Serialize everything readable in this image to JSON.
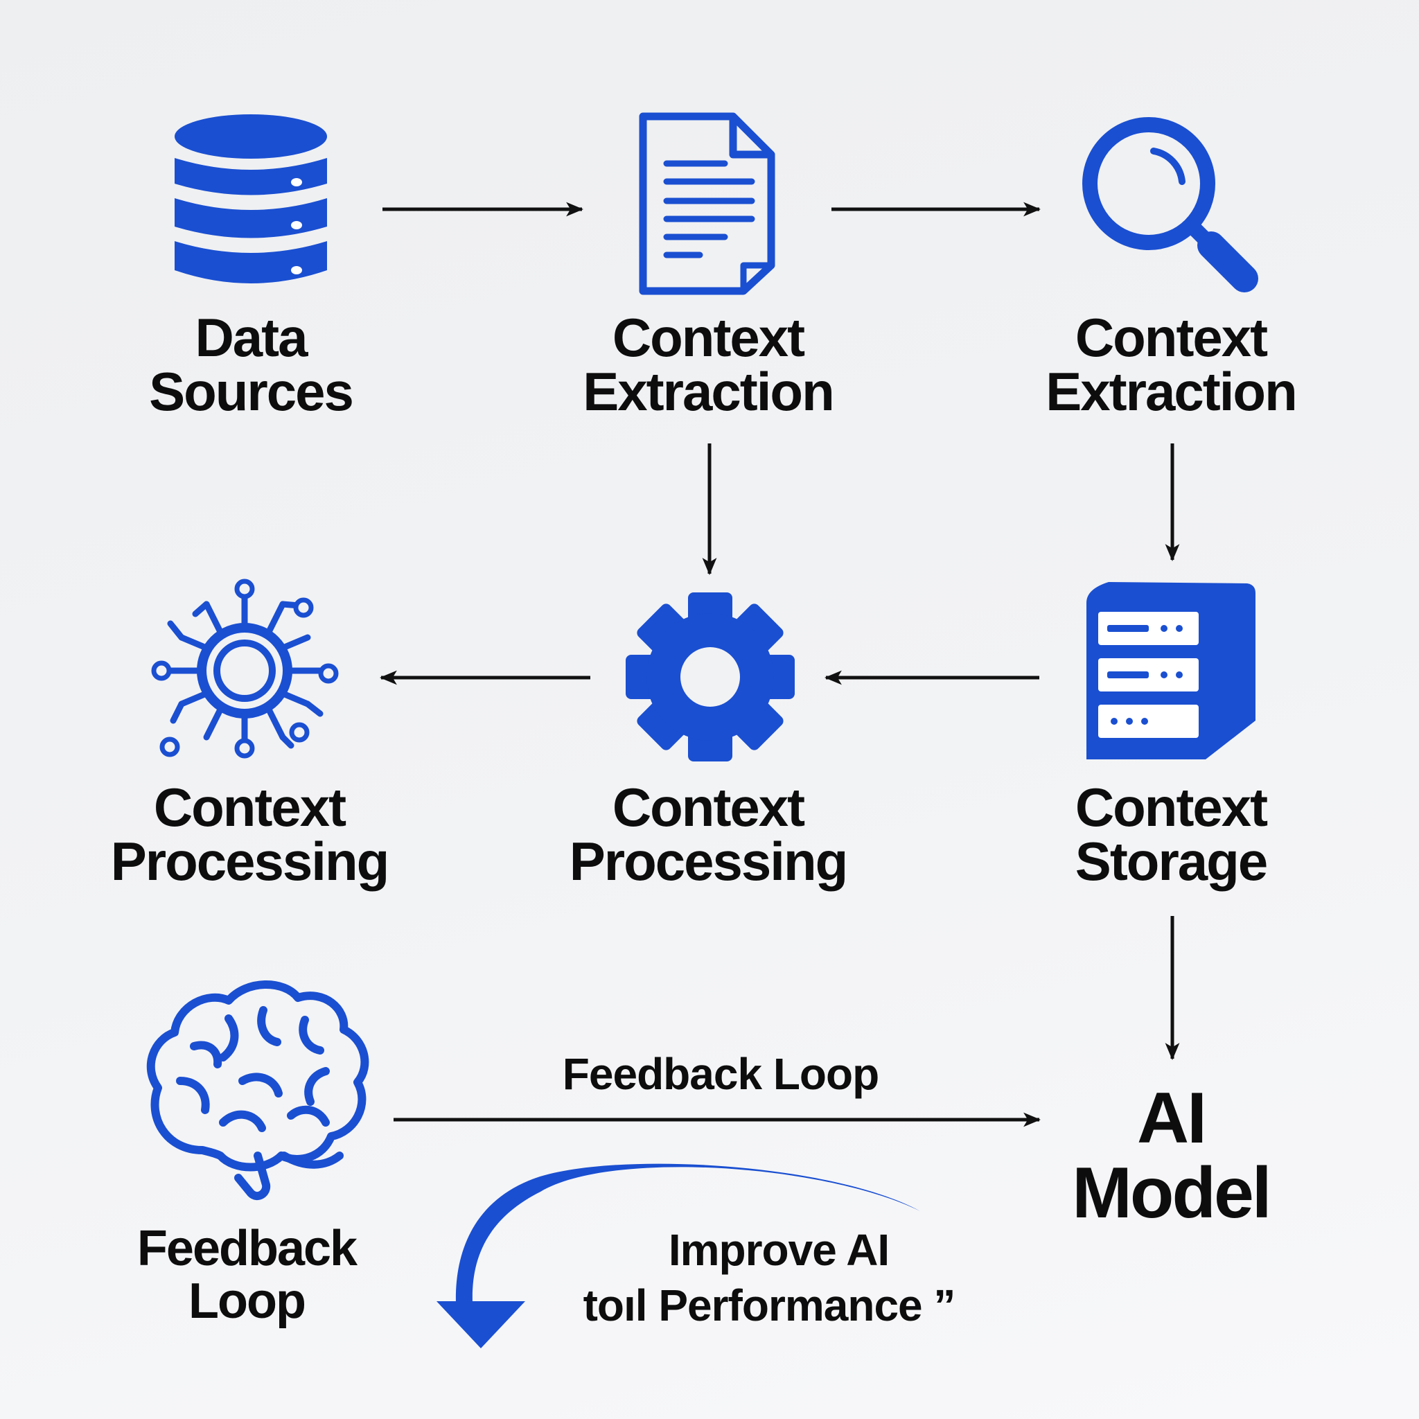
{
  "colors": {
    "accent": "#1a4fd1",
    "text": "#0d0d0d",
    "arrow": "#111111",
    "background": "#f1f2f4"
  },
  "nodes": {
    "data_sources": {
      "line1": "Data",
      "line2": "Sources",
      "icon": "database-icon"
    },
    "context_extraction_1": {
      "line1": "Context",
      "line2": "Extraction",
      "icon": "document-icon"
    },
    "context_extraction_2": {
      "line1": "Context",
      "line2": "Extraction",
      "icon": "magnifier-icon"
    },
    "context_processing_1": {
      "line1": "Context",
      "line2": "Processing",
      "icon": "circuit-chip-icon"
    },
    "context_processing_2": {
      "line1": "Context",
      "line2": "Processing",
      "icon": "gear-icon"
    },
    "context_storage": {
      "line1": "Context",
      "line2": "Storage",
      "icon": "server-icon"
    },
    "feedback_loop": {
      "line1": "Feedback",
      "line2": "Loop",
      "icon": "brain-icon"
    },
    "ai_model": {
      "line1": "AI",
      "line2": "Model"
    }
  },
  "edges": {
    "feedback_label": "Feedback Loop",
    "improve_line1": "Improve AI",
    "improve_line2": "toıl Performance ”"
  }
}
